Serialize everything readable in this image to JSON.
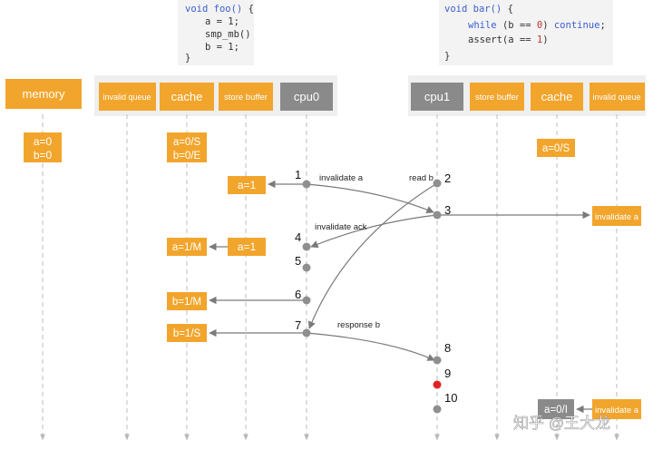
{
  "code": {
    "foo": {
      "sig_void": "void",
      "sig_name": "foo()",
      "sig_brace": "{",
      "line1": "a = 1;",
      "line2": "smp_mb()",
      "line3": "b = 1;",
      "close": "}"
    },
    "bar": {
      "sig_void": "void",
      "sig_name": "bar()",
      "sig_brace": "{",
      "l1_while": "while",
      "l1_mid": "(b ==",
      "l1_zero": "0",
      "l1_close": ")",
      "l1_continue": "continue",
      "l1_end": ";",
      "l2_assert": "assert(a ==",
      "l2_one": "1",
      "l2_close": ")",
      "close": "}"
    }
  },
  "lanes": {
    "memory": "memory",
    "invalid_queue_left": "invalid queue",
    "cache_left": "cache",
    "store_buffer_left": "store buffer",
    "cpu0": "cpu0",
    "cpu1": "cpu1",
    "store_buffer_right": "store buffer",
    "cache_right": "cache",
    "invalid_queue_right": "invalid queue"
  },
  "states": {
    "mem_a": "a=0",
    "mem_b": "b=0",
    "cache0_a": "a=0/S",
    "cache0_b": "b=0/E",
    "cache1_a": "a=0/S",
    "sb_a1_first": "a=1",
    "sb_a1_second": "a=1",
    "cache0_a1m": "a=1/M",
    "cache0_b1m": "b=1/M",
    "cache0_b1s": "b=1/S",
    "cache1_a0i": "a=0/I",
    "iq1_inval_first": "invalidate a",
    "iq1_inval_second": "invalidate a"
  },
  "messages": {
    "invalidate_a": "invalidate a",
    "read_b": "read b",
    "invalidate_ack": "invalidate ack",
    "response_b": "response b"
  },
  "steps": [
    "1",
    "2",
    "3",
    "4",
    "5",
    "6",
    "7",
    "8",
    "9",
    "10"
  ],
  "watermark": "知乎 @王大龙",
  "colors": {
    "orange": "#f2a52c",
    "grey_box": "#8a8a8a",
    "lane_bg": "#efefef",
    "dot": "#8f8f8f",
    "red_dot": "#e02424",
    "arrow": "#7a7a7a"
  }
}
